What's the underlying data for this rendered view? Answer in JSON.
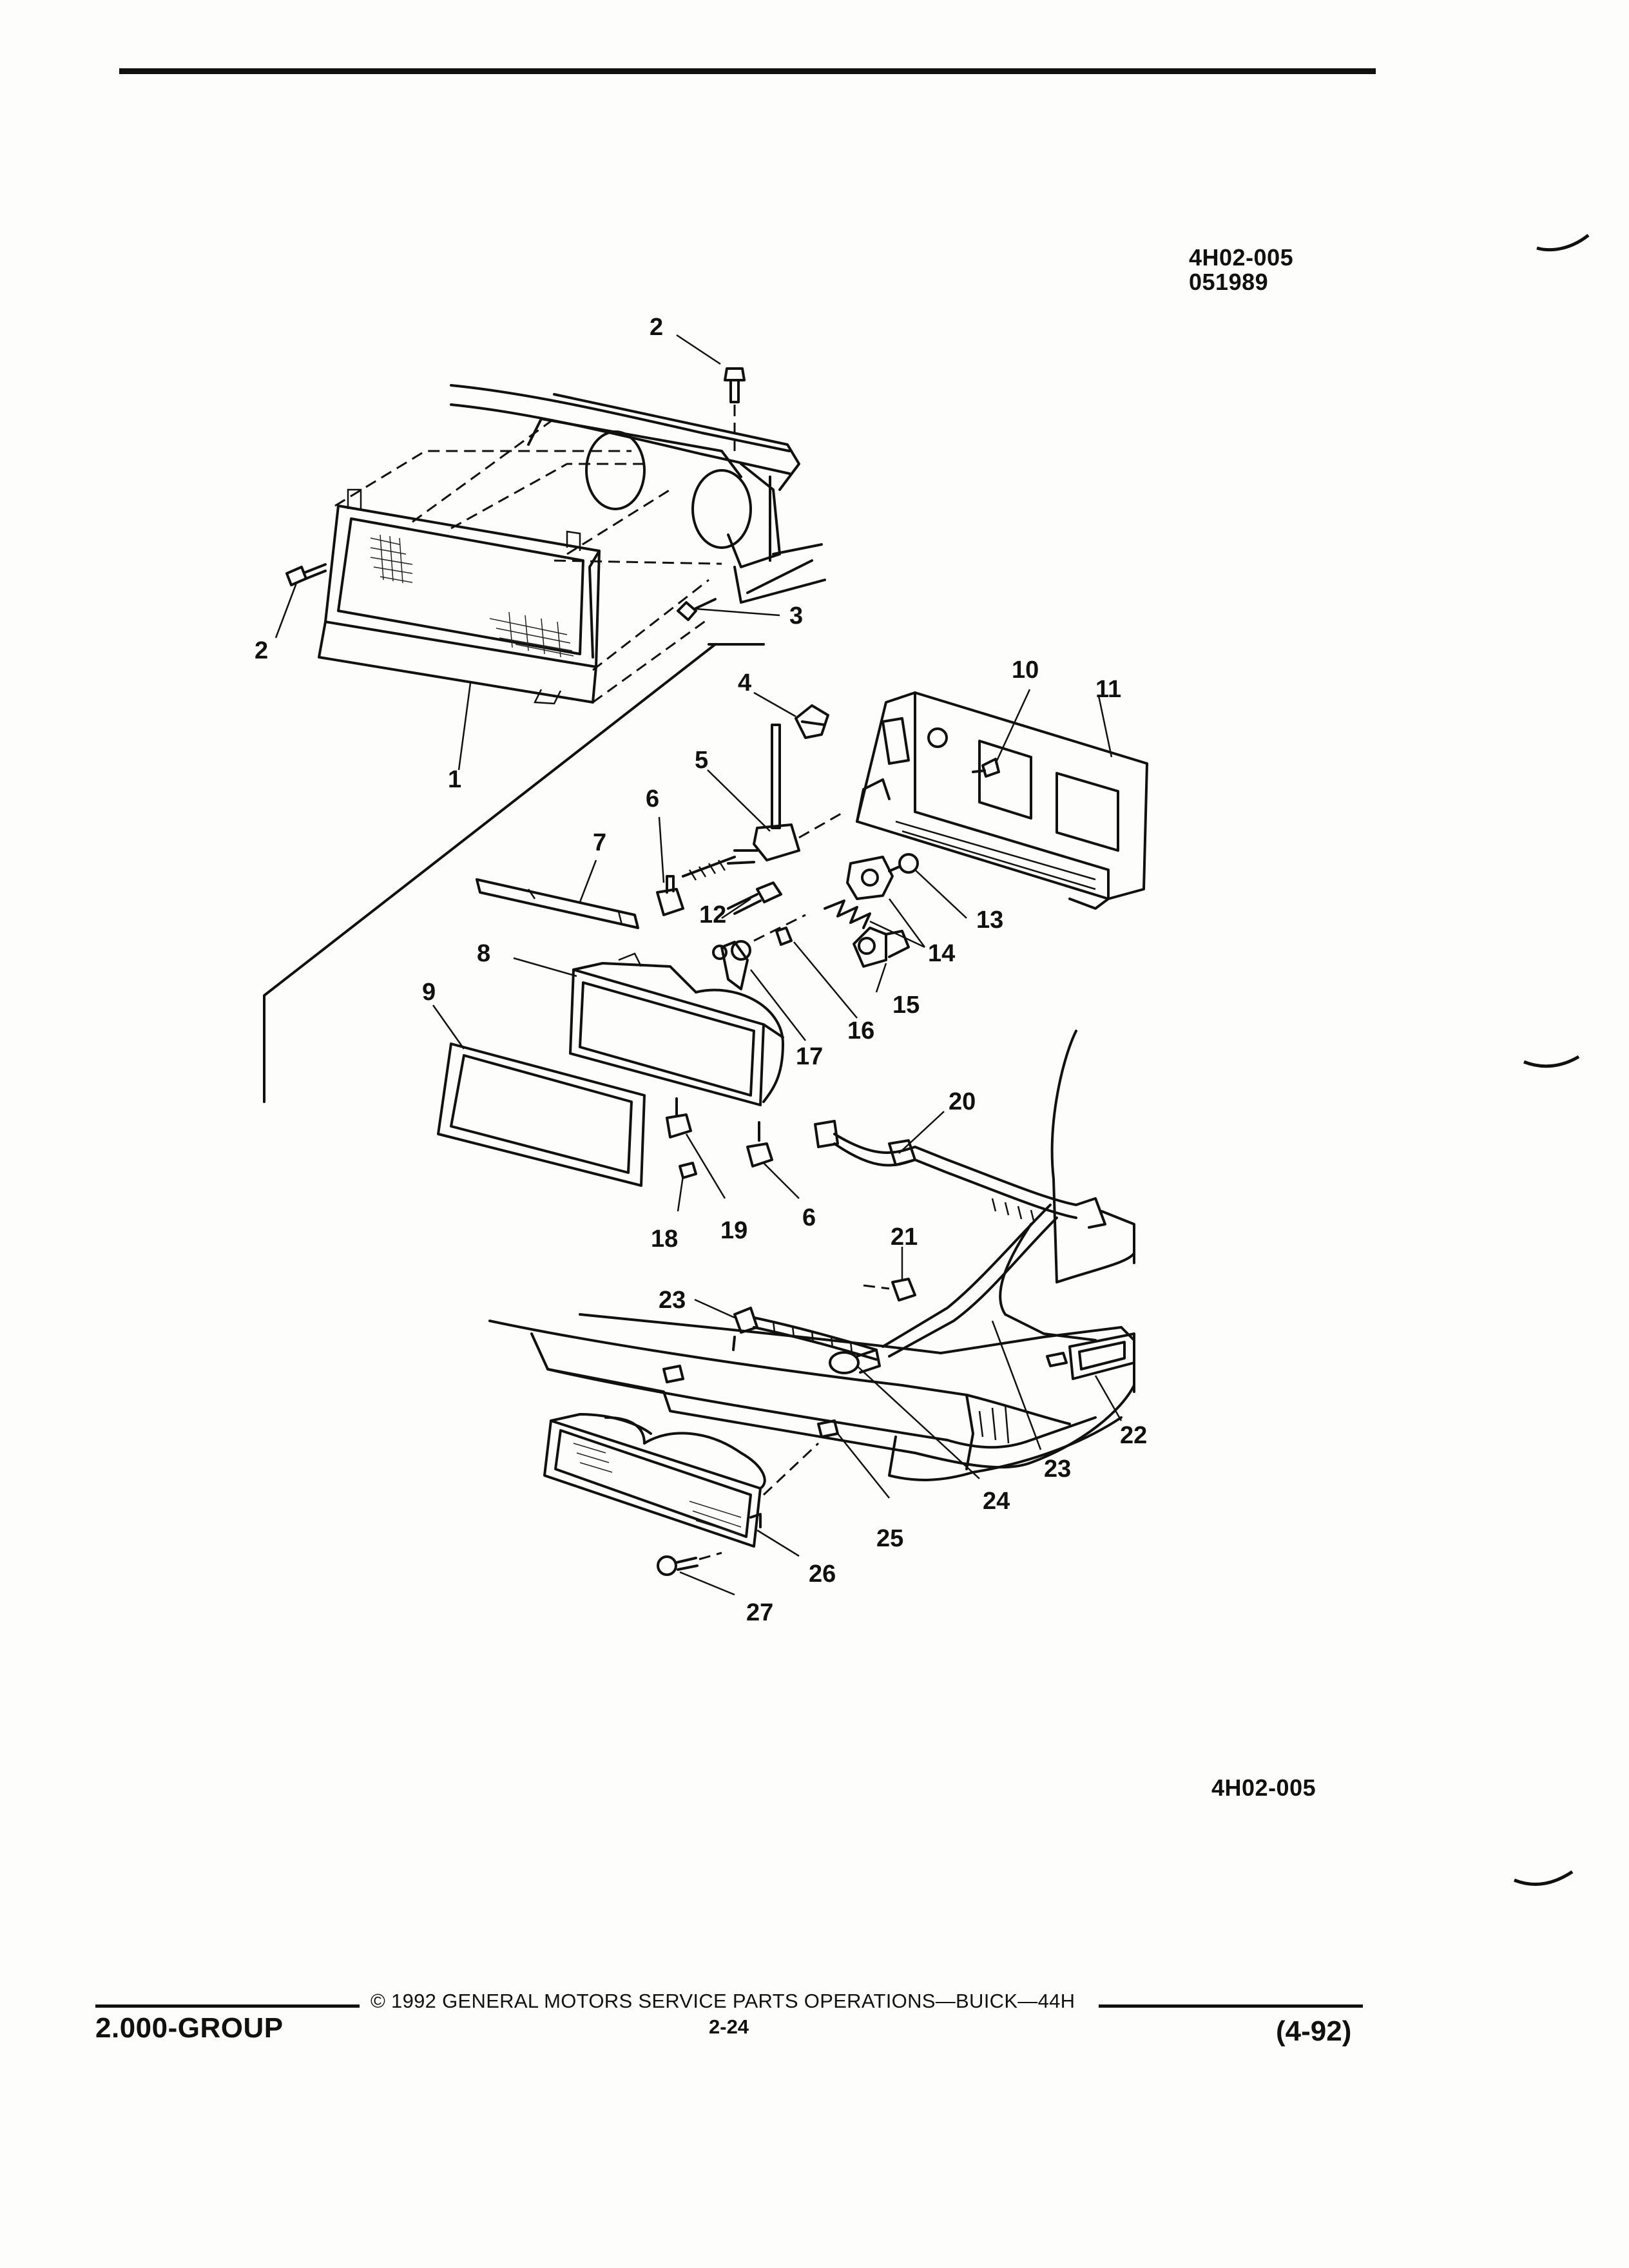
{
  "header": {
    "figure_code": "4H02-005",
    "figure_date": "051989"
  },
  "diagram": {
    "callouts": [
      "2",
      "2",
      "3",
      "1",
      "4",
      "10",
      "11",
      "5",
      "6",
      "7",
      "12",
      "13",
      "14",
      "8",
      "9",
      "15",
      "16",
      "17",
      "20",
      "6",
      "19",
      "18",
      "21",
      "23",
      "22",
      "23",
      "24",
      "25",
      "26",
      "27"
    ],
    "bottom_code": "4H02-005"
  },
  "footer": {
    "group": "2.000-GROUP",
    "copyright": "© 1992 GENERAL MOTORS SERVICE PARTS OPERATIONS—BUICK—44H",
    "page_number": "2-24",
    "revision": "(4-92)"
  }
}
